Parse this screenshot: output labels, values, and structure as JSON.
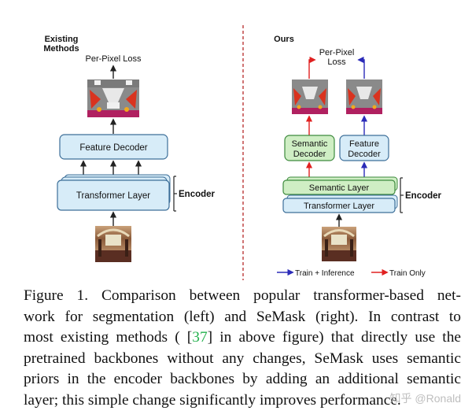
{
  "figure": {
    "left": {
      "heading_line1": "Existing",
      "heading_line2": "Methods",
      "loss_label": "Per-Pixel Loss",
      "decoder_label": "Feature Decoder",
      "encoder_block_label": "Transformer Layer",
      "encoder_label": "Encoder"
    },
    "right": {
      "heading": "Ours",
      "loss_label_line1": "Per-Pixel",
      "loss_label_line2": "Loss",
      "semantic_decoder_line1": "Semantic",
      "semantic_decoder_line2": "Decoder",
      "feature_decoder_line1": "Feature",
      "feature_decoder_line2": "Decoder",
      "semantic_layer_label": "Semantic Layer",
      "transformer_layer_label": "Transformer Layer",
      "encoder_label": "Encoder"
    },
    "legend": {
      "train_inference": "Train + Inference",
      "train_only": "Train Only"
    },
    "colors": {
      "blue_box_fill": "#d7ecf8",
      "green_box_fill": "#cfeec4",
      "blue_arrow": "#2b2bb8",
      "red_arrow": "#e02020",
      "divider": "#b01818"
    }
  },
  "caption": {
    "line1": "Figure 1.  Comparison between popular transformer-based net-",
    "line2": "work for segmentation (left) and SeMask (right).  In contrast to",
    "line3_pre": "most existing methods ( [",
    "citation": "37",
    "line3_post": "] in above figure) that directly use the",
    "line4": "pretrained backbones without any changes, SeMask uses semantic",
    "line5": "priors in the encoder backbones by adding an additional semantic",
    "line6": "layer; this simple change significantly improves performance."
  },
  "watermark": "知乎 @Ronald"
}
